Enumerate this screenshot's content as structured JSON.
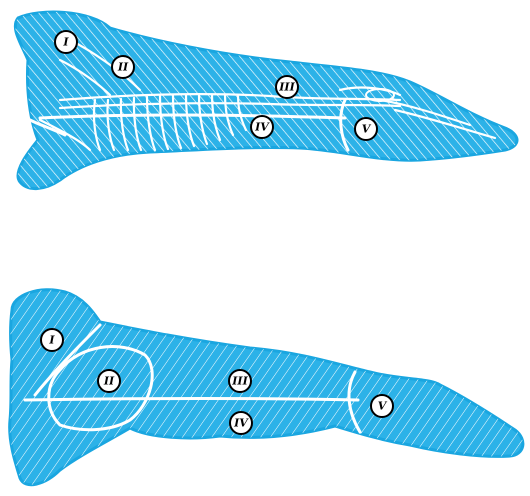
{
  "colors": {
    "carcass": "#2cb2e8",
    "outline": "#1aa6e0",
    "hatch": "#ffffff",
    "label_ring": "#000000"
  },
  "views": [
    {
      "name": "skeleton-view",
      "labels": [
        "I",
        "II",
        "III",
        "IV",
        "V"
      ]
    },
    {
      "name": "muscle-view",
      "labels": [
        "I",
        "II",
        "III",
        "IV",
        "V"
      ]
    }
  ]
}
